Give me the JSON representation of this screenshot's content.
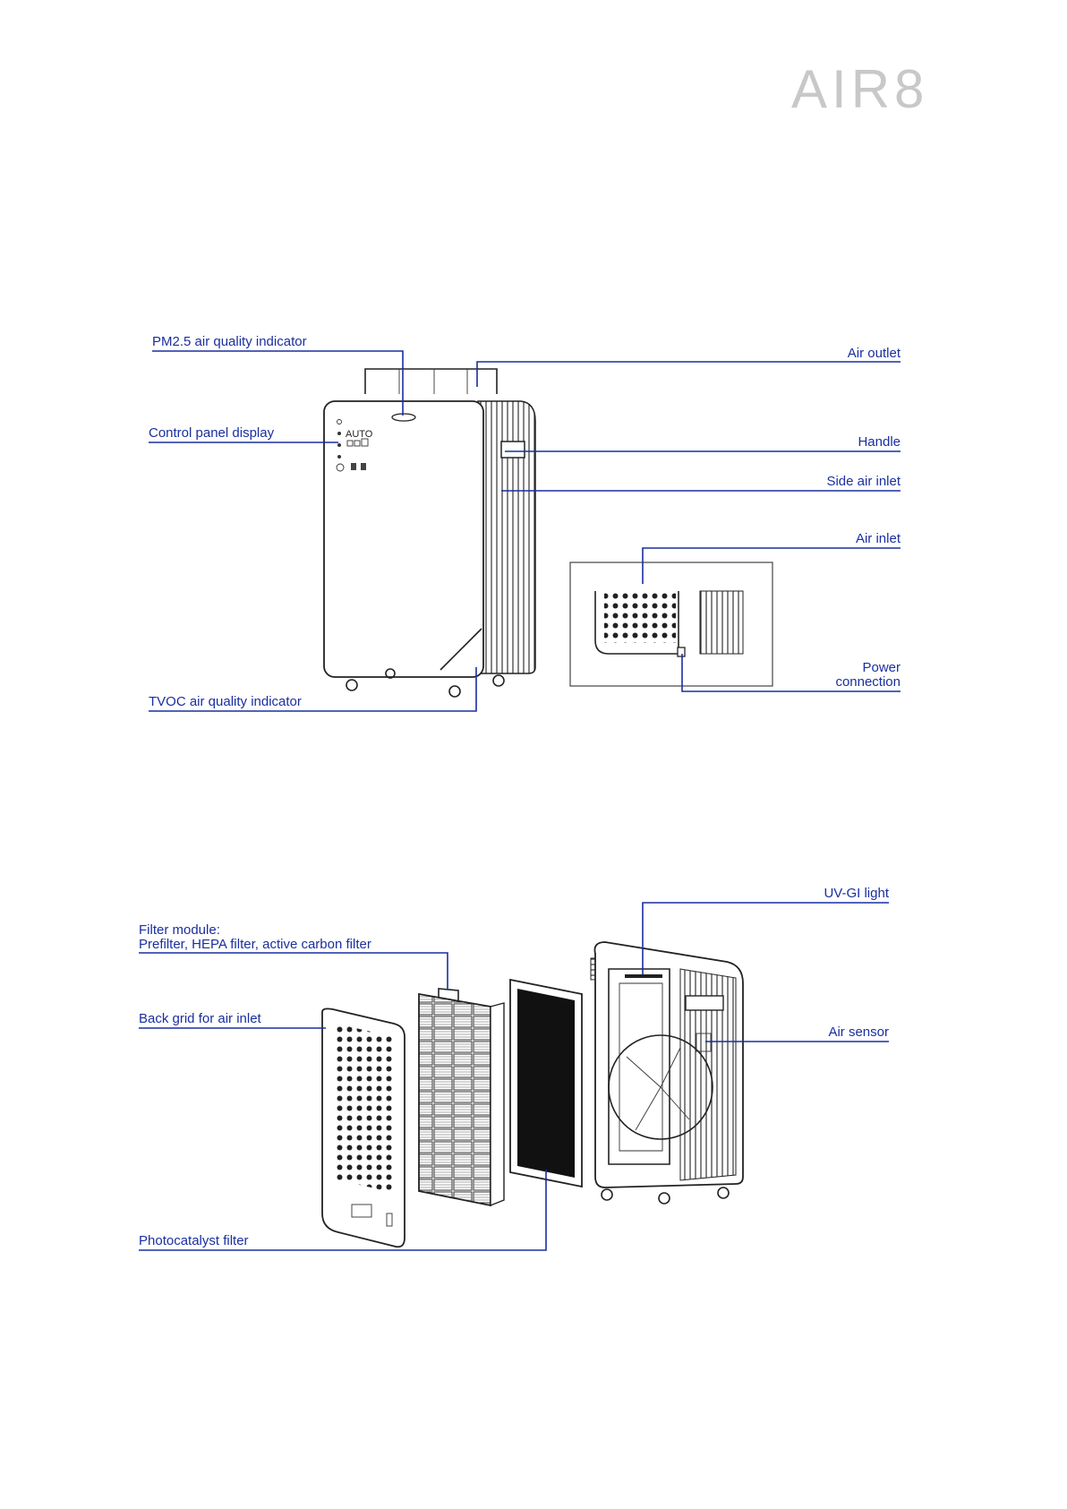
{
  "brand": {
    "logo_text": "AIR8"
  },
  "section1": {
    "labels": {
      "pm25": "PM2.5 air quality indicator",
      "control_panel": "Control panel display",
      "air_outlet": "Air outlet",
      "handle": "Handle",
      "side_air_inlet": "Side air inlet",
      "air_inlet": "Air inlet",
      "power_line1": "Power",
      "power_line2": "connection",
      "tvoc": "TVOC air quality indicator"
    },
    "panel_text": "AUTO"
  },
  "section2": {
    "labels": {
      "uv_light": "UV-GI light",
      "filter_module_line1": "Filter module:",
      "filter_module_line2": "Prefilter, HEPA filter, active carbon filter",
      "back_grid": "Back grid for air inlet",
      "air_sensor": "Air sensor",
      "photocatalyst": "Photocatalyst filter"
    }
  }
}
